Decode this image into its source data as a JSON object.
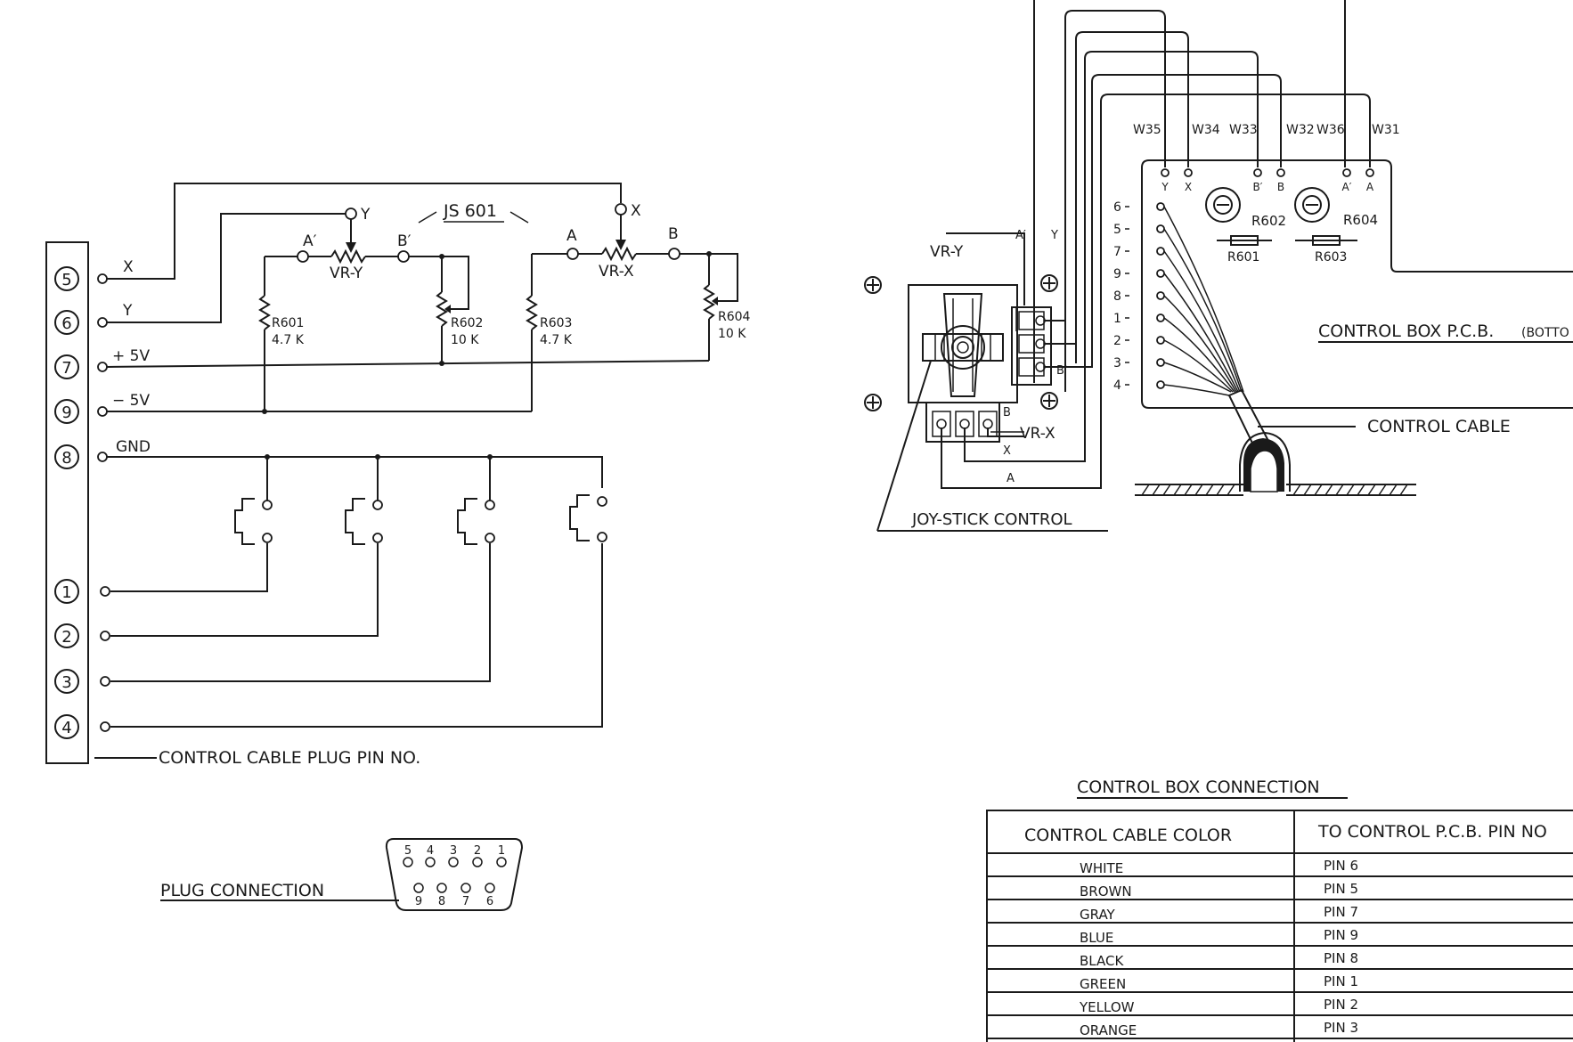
{
  "left_schematic": {
    "pins": [
      "5",
      "6",
      "7",
      "9",
      "8",
      "1",
      "2",
      "3",
      "4"
    ],
    "wire_labels": {
      "x": "X",
      "y": "Y",
      "p5v": "+ 5V",
      "m5v": "− 5V",
      "gnd": "GND"
    },
    "js_label": "JS 601",
    "pot_y": {
      "name": "VR-Y",
      "a": "A′",
      "b": "B′",
      "wiper": "Y"
    },
    "pot_x": {
      "name": "VR-X",
      "a": "A",
      "b": "B",
      "wiper": "X"
    },
    "r601": {
      "name": "R601",
      "value": "4.7 K"
    },
    "r602": {
      "name": "R602",
      "value": "10 K"
    },
    "r603": {
      "name": "R603",
      "value": "4.7 K"
    },
    "r604": {
      "name": "R604",
      "value": "10 K"
    },
    "plug_pin_caption": "CONTROL CABLE PLUG PIN NO."
  },
  "plug_connection": {
    "label": "PLUG CONNECTION",
    "top_pins": [
      "5",
      "4",
      "3",
      "2",
      "1"
    ],
    "bottom_pins": [
      "9",
      "8",
      "7",
      "6"
    ]
  },
  "right_diagram": {
    "w_labels": [
      "W35",
      "W34",
      "W33",
      "W32",
      "W36",
      "W31"
    ],
    "pcb_top_pins": [
      "Y",
      "X",
      "B′",
      "B",
      "A′",
      "A"
    ],
    "pcb_left_pins": [
      "6",
      "5",
      "7",
      "9",
      "8",
      "1",
      "2",
      "3",
      "4"
    ],
    "r602": "R602",
    "r604": "R604",
    "r601": "R601",
    "r603": "R603",
    "pcb_label": "CONTROL BOX P.C.B.",
    "pcb_label_note": "(BOTTO",
    "cable_label": "CONTROL CABLE",
    "vr_y": "VR-Y",
    "vr_x": "VR-X",
    "joystick_letters": {
      "a_prime": "A′",
      "y": "Y",
      "b_prime": "B′",
      "b": "B",
      "x": "X",
      "a": "A"
    },
    "joystick_label": "JOY-STICK CONTROL"
  },
  "connection_table": {
    "title": "CONTROL BOX CONNECTION",
    "headers": [
      "CONTROL CABLE COLOR",
      "TO CONTROL P.C.B. PIN NO"
    ],
    "rows": [
      [
        "WHITE",
        "PIN 6"
      ],
      [
        "BROWN",
        "PIN 5"
      ],
      [
        "GRAY",
        "PIN 7"
      ],
      [
        "BLUE",
        "PIN 9"
      ],
      [
        "BLACK",
        "PIN 8"
      ],
      [
        "GREEN",
        "PIN 1"
      ],
      [
        "YELLOW",
        "PIN 2"
      ],
      [
        "ORANGE",
        "PIN 3"
      ]
    ]
  }
}
